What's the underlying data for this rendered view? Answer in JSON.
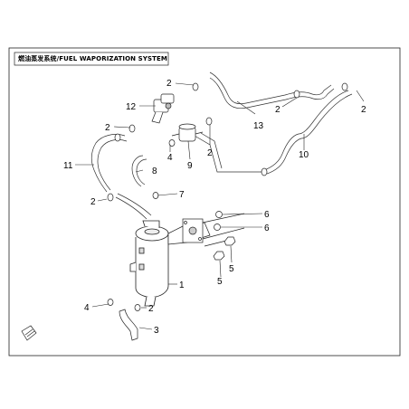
{
  "diagram": {
    "title": "燃油蒸发系统/FUEL WAPORIZATION SYSTEM",
    "callouts": [
      {
        "id": "c2a",
        "label": "2"
      },
      {
        "id": "c12",
        "label": "12"
      },
      {
        "id": "c2b",
        "label": "2"
      },
      {
        "id": "c11",
        "label": "11"
      },
      {
        "id": "c8",
        "label": "8"
      },
      {
        "id": "c4a",
        "label": "4"
      },
      {
        "id": "c9",
        "label": "9"
      },
      {
        "id": "c2c",
        "label": "2"
      },
      {
        "id": "c13",
        "label": "13"
      },
      {
        "id": "c2d",
        "label": "2"
      },
      {
        "id": "c2e",
        "label": "2"
      },
      {
        "id": "c10",
        "label": "10"
      },
      {
        "id": "c7",
        "label": "7"
      },
      {
        "id": "c2f",
        "label": "2"
      },
      {
        "id": "c6a",
        "label": "6"
      },
      {
        "id": "c6b",
        "label": "6"
      },
      {
        "id": "c5a",
        "label": "5"
      },
      {
        "id": "c5b",
        "label": "5"
      },
      {
        "id": "c1",
        "label": "1"
      },
      {
        "id": "c4b",
        "label": "4"
      },
      {
        "id": "c2g",
        "label": "2"
      },
      {
        "id": "c3",
        "label": "3"
      }
    ]
  }
}
